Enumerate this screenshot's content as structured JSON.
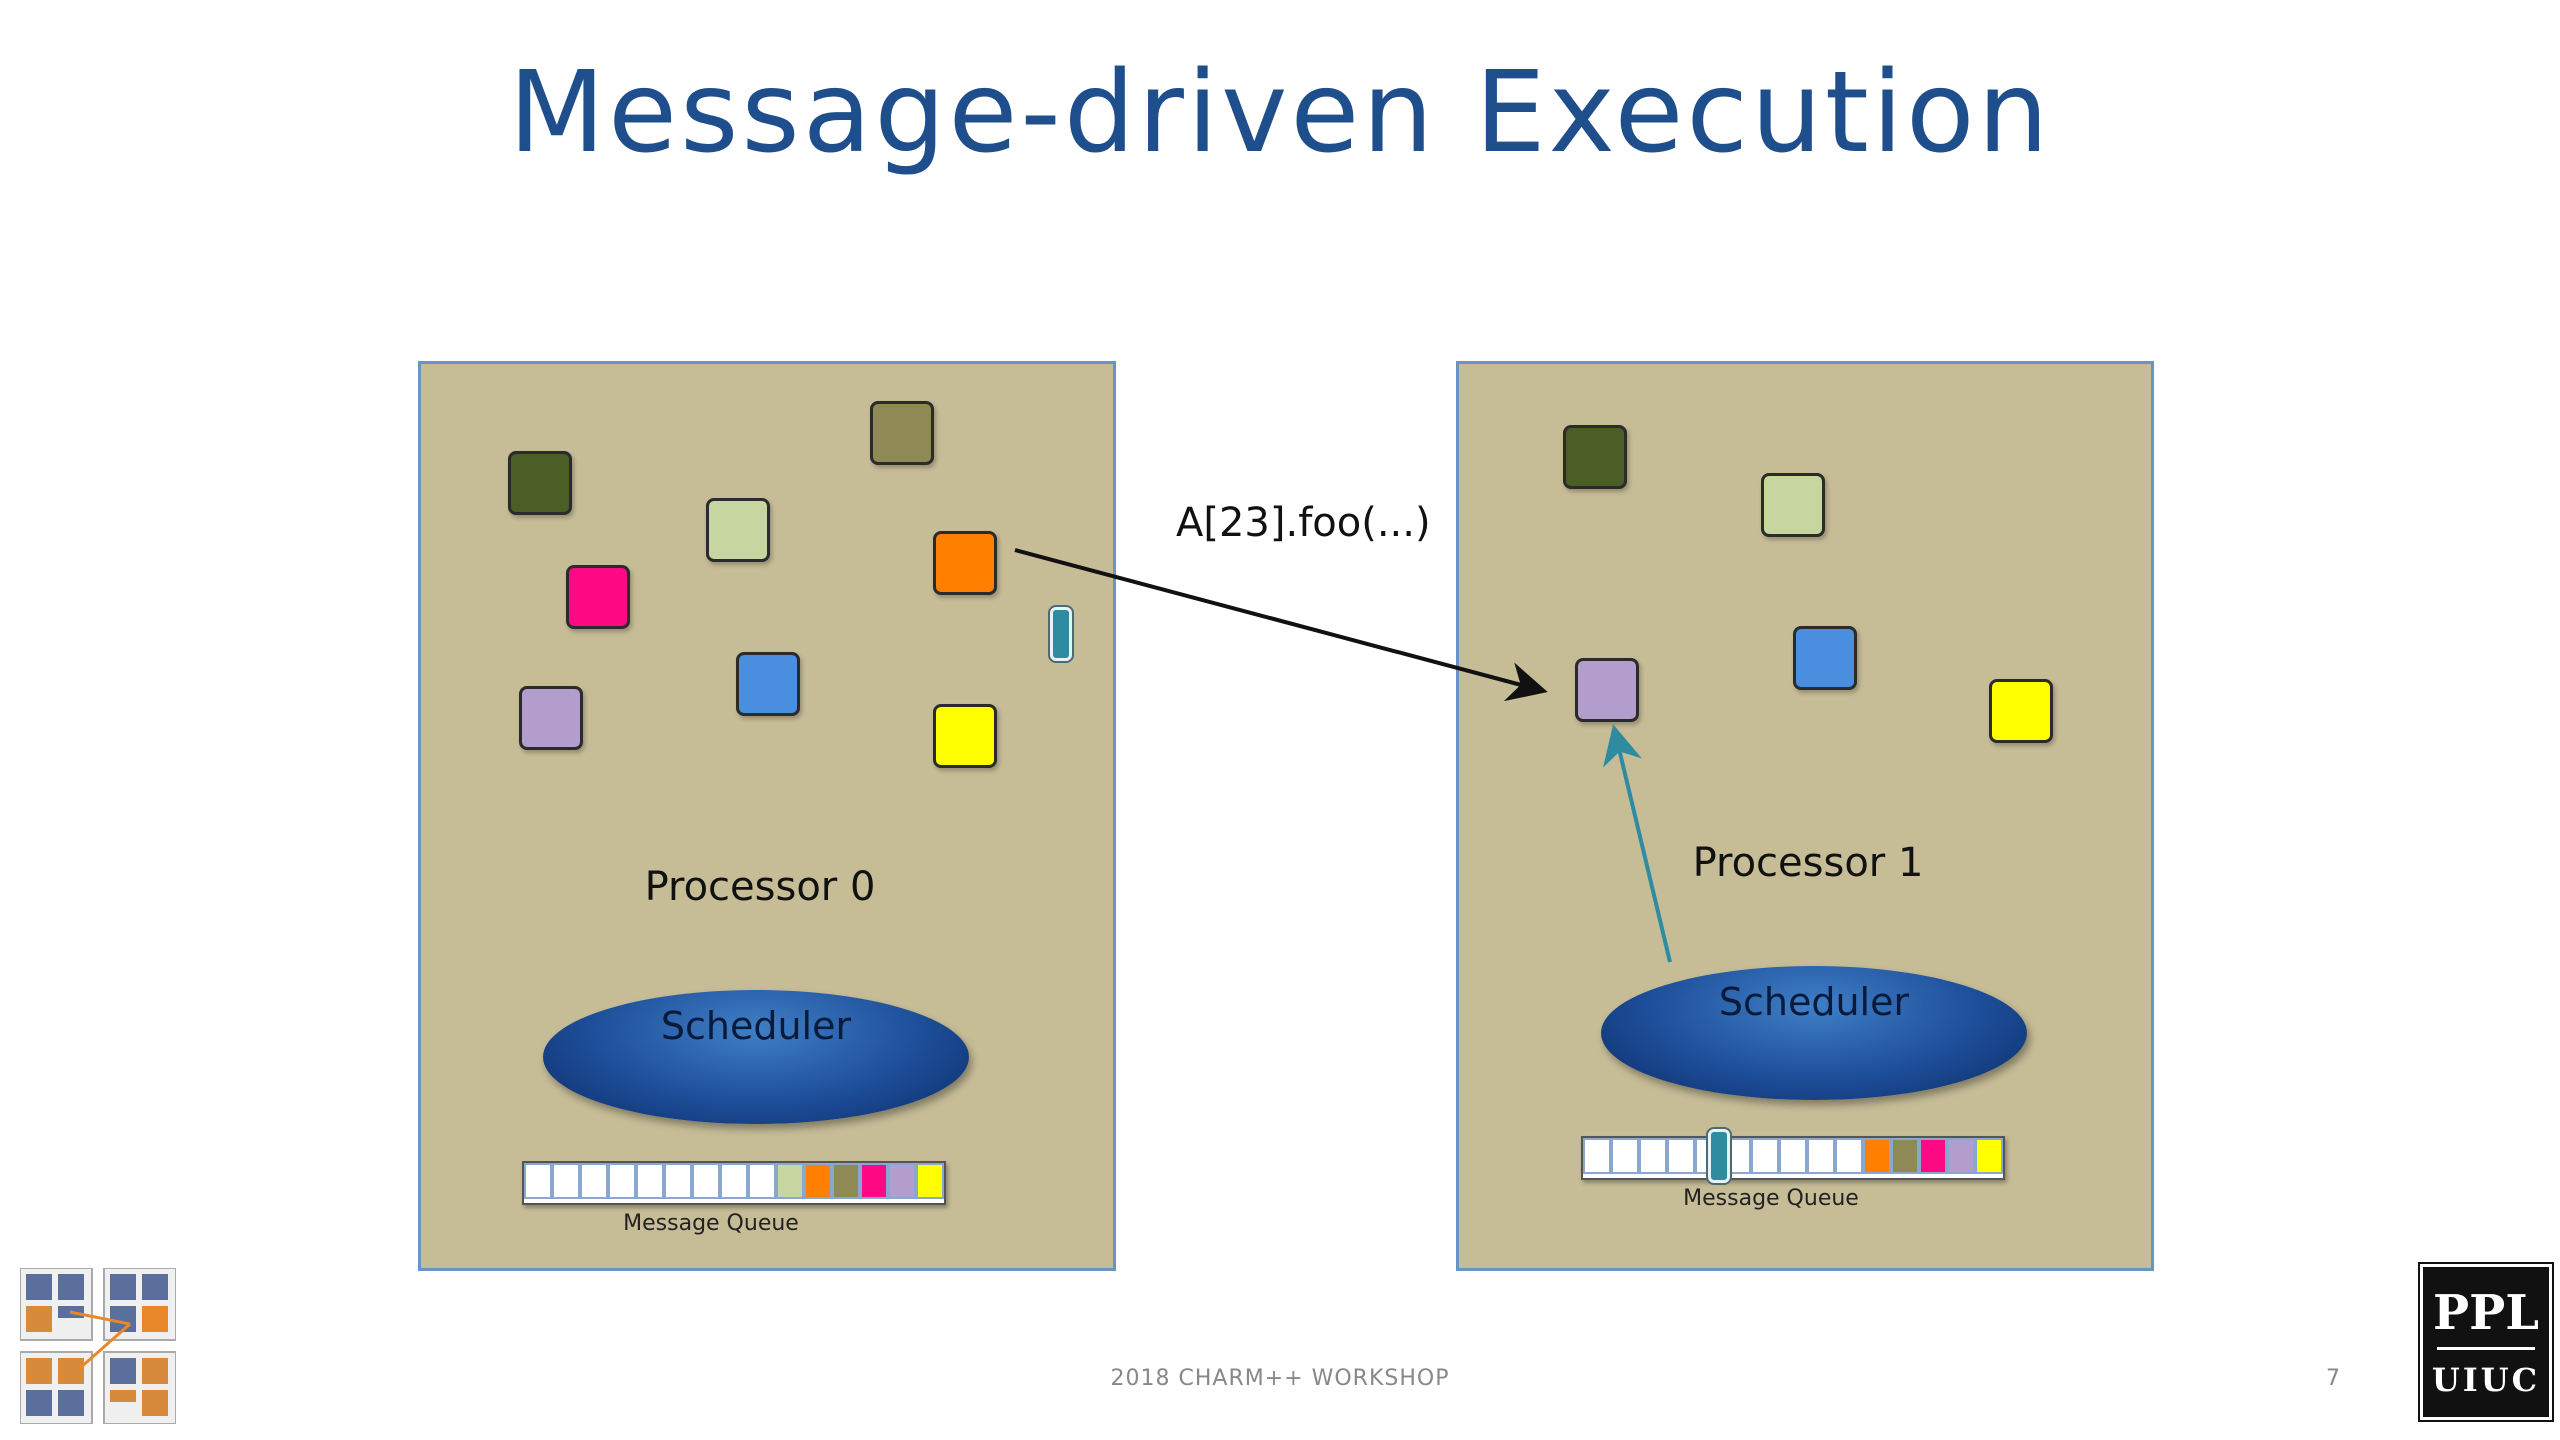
{
  "slide": {
    "title": "Message-driven Execution",
    "method_call": "A[23].foo(...)",
    "footer": "2018 CHARM++ WORKSHOP",
    "page_number": "7"
  },
  "processors": [
    {
      "label": "Processor 0",
      "scheduler_label": "Scheduler",
      "queue_label": "Message Queue",
      "queue_colors": [
        "#ffffff",
        "#ffffff",
        "#ffffff",
        "#ffffff",
        "#ffffff",
        "#ffffff",
        "#ffffff",
        "#ffffff",
        "#ffffff",
        "#c7d6a0",
        "#ff7f00",
        "#8f8a55",
        "#ff0a85",
        "#b39dcc",
        "#ffff00"
      ]
    },
    {
      "label": "Processor 1",
      "scheduler_label": "Scheduler",
      "queue_label": "Message Queue",
      "queue_colors": [
        "#ffffff",
        "#ffffff",
        "#ffffff",
        "#ffffff",
        "#ffffff",
        "#ffffff",
        "#ffffff",
        "#ffffff",
        "#ffffff",
        "#ffffff",
        "#ff7f00",
        "#8f8a55",
        "#ff0a85",
        "#b39dcc",
        "#ffff00"
      ]
    }
  ],
  "object_colors": {
    "dark_olive": "#4b5e26",
    "light_green": "#c7d6a0",
    "khaki": "#8f8a55",
    "magenta": "#ff0a85",
    "orange": "#ff7f00",
    "purple": "#b39dcc",
    "blue": "#4a8ee0",
    "yellow": "#ffff00",
    "message": "#2f8ca0"
  },
  "logo_right": {
    "top": "PPL",
    "bottom": "UIUC"
  }
}
